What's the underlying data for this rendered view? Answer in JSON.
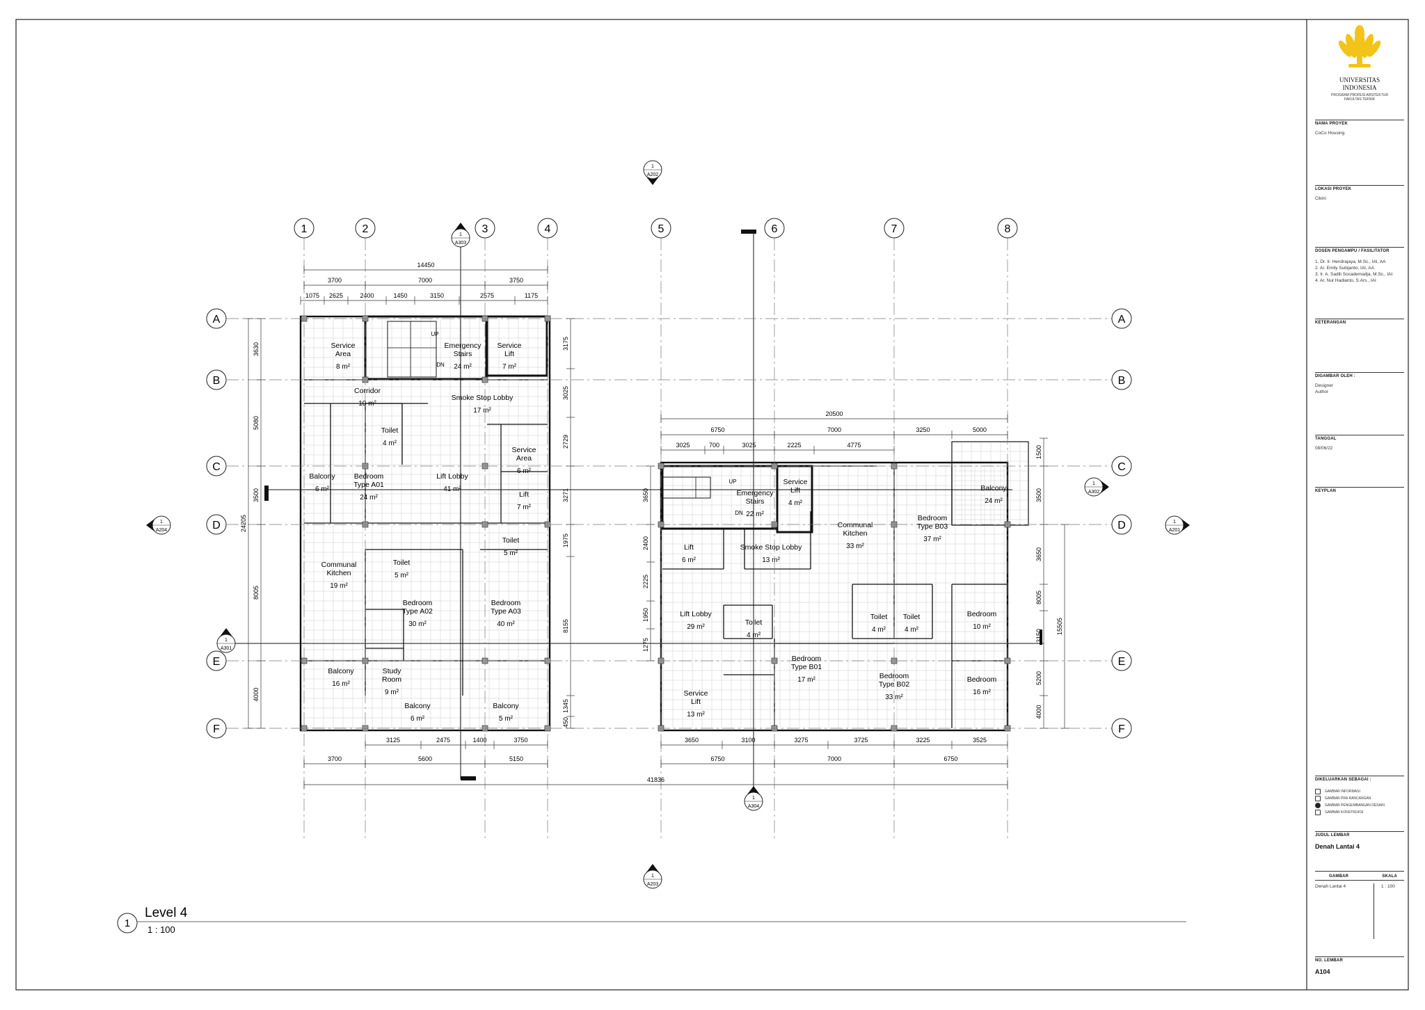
{
  "sheet": {
    "view_number": "1",
    "view_title": "Level 4",
    "view_scale": "1 : 100"
  },
  "title_block": {
    "university": "UNIVERSITAS\nINDONESIA",
    "program": "PROGRAM PROFESI ARSITEKTUR\nFAKULTAS TEKNIK",
    "project_label": "NAMA PROYEK",
    "project_value": "CoCo Housing",
    "location_label": "LOKASI PROYEK",
    "location_value": "Cikini",
    "lecturer_label": "DOSEN PENGAMPU / FASILITATOR",
    "lecturers": [
      "1.  Dr. Ir. Hendrajaya, M.Sc., IAI, AA",
      "2.  Ar. Emily Subijanto, IAI, AA",
      "3.  Ir. A. Sadili Socademadja, M.Sc., IAI",
      "4.  Ar. Nur Hadianto, S.Ars., IAI"
    ],
    "notes_label": "KETERANGAN",
    "drawn_label": "DIGAMBAR OLEH :",
    "drawn_values": [
      "Designer",
      "Author"
    ],
    "date_label": "TANGGAL",
    "date_value": "08/06/22",
    "keyplan_label": "KEYPLAN",
    "issued_label": "DIKELUARKAN SEBAGAI :",
    "issued_options": [
      "GAMBAR INFORMASI",
      "GAMBAR PRA RANCANGAN",
      "GAMBAR PENGEMBANGAN DESAIN",
      "GAMBAR KONSTRUKSI"
    ],
    "issued_selected": 2,
    "sheet_title_label": "JUDUL LEMBAR",
    "sheet_title_value": "Denah Lantai 4",
    "drawing_col_label": "GAMBAR",
    "scale_col_label": "SKALA",
    "drawing_value": "Denah Lantai 4",
    "scale_value": "1 : 100",
    "sheet_no_label": "NO. LEMBAR",
    "sheet_no_value": "A104"
  },
  "plan": {
    "grid_columns": [
      "1",
      "2",
      "3",
      "4",
      "5",
      "6",
      "7",
      "8"
    ],
    "grid_rows": [
      "A",
      "B",
      "C",
      "D",
      "E",
      "F"
    ],
    "section_marks": {
      "top": {
        "num": "1",
        "ref": "A202"
      },
      "bottom": {
        "num": "1",
        "ref": "A203"
      },
      "left": {
        "num": "1",
        "ref": "A204"
      },
      "right": {
        "num": "1",
        "ref": "A201"
      },
      "s1": {
        "num": "1",
        "ref": "A303"
      },
      "s2": {
        "num": "1",
        "ref": "A302"
      },
      "s3": {
        "num": "1",
        "ref": "A301"
      },
      "s4": {
        "num": "1",
        "ref": "A304"
      }
    },
    "left_block": {
      "dims_top_total": "14450",
      "dims_top_mid": [
        "3700",
        "7000",
        "3750"
      ],
      "dims_top_detail": [
        "1075",
        "2625",
        "2400",
        "1450",
        "3150",
        "2575",
        "1175"
      ],
      "dims_bottom_detail": [
        "3125",
        "2475",
        "1400",
        "3750"
      ],
      "dims_bottom_mid": [
        "3700",
        "5600",
        "5150"
      ],
      "dims_left_detail": [
        "3630",
        "5080",
        "3500",
        "8005",
        "4000"
      ],
      "dims_left_total": "24205",
      "dims_right_detail": [
        "3175",
        "3025",
        "2729",
        "3271",
        "1975",
        "8155",
        "1345",
        "450"
      ]
    },
    "right_block": {
      "dims_top_total": "20500",
      "dims_top_mid": [
        "6750",
        "7000",
        "3250",
        "5000"
      ],
      "dims_top_detail": [
        "3025",
        "700",
        "3025",
        "2225",
        "4775"
      ],
      "dims_bottom_detail": [
        "3650",
        "3100",
        "3275",
        "3725",
        "3225",
        "3525"
      ],
      "dims_bottom_mid": [
        "6750",
        "7000",
        "6750"
      ],
      "dims_left_detail": [
        "3650",
        "2400",
        "2225",
        "1950",
        "1275"
      ],
      "dims_right_detail": [
        "1500",
        "3500",
        "3650",
        "8005",
        "3150",
        "5200",
        "4000"
      ],
      "dims_right_total": "15505"
    },
    "overall_dim": "41836",
    "rooms": [
      {
        "name": "Service\nArea",
        "area": "8 m²"
      },
      {
        "name": "Emergency\nStairs",
        "area": "24 m²"
      },
      {
        "name": "Service\nLift",
        "area": "7 m²"
      },
      {
        "name": "Corridor",
        "area": "10 m²"
      },
      {
        "name": "Smoke Stop Lobby",
        "area": "17 m²"
      },
      {
        "name": "Toilet",
        "area": "4 m²"
      },
      {
        "name": "Service\nArea",
        "area": "6 m²"
      },
      {
        "name": "Balcony",
        "area": "6 m²"
      },
      {
        "name": "Bedroom\nType A01",
        "area": "24 m²"
      },
      {
        "name": "Lift Lobby",
        "area": "41 m²"
      },
      {
        "name": "Lift",
        "area": "7 m²"
      },
      {
        "name": "Toilet",
        "area": "5 m²"
      },
      {
        "name": "Communal\nKitchen",
        "area": "19 m²"
      },
      {
        "name": "Toilet",
        "area": "5 m²"
      },
      {
        "name": "Bedroom\nType A02",
        "area": "30 m²"
      },
      {
        "name": "Bedroom\nType A03",
        "area": "40 m²"
      },
      {
        "name": "Balcony",
        "area": "16 m²"
      },
      {
        "name": "Study\nRoom",
        "area": "9 m²"
      },
      {
        "name": "Balcony",
        "area": "6 m²"
      },
      {
        "name": "Balcony",
        "area": "5 m²"
      },
      {
        "name": "Emergency\nStairs",
        "area": "22 m²"
      },
      {
        "name": "Service\nLift",
        "area": "4 m²"
      },
      {
        "name": "Communal\nKitchen",
        "area": "33 m²"
      },
      {
        "name": "Bedroom\nType B03",
        "area": "37 m²"
      },
      {
        "name": "Balcony",
        "area": "24 m²"
      },
      {
        "name": "Lift",
        "area": "6 m²"
      },
      {
        "name": "Smoke Stop Lobby",
        "area": "13 m²"
      },
      {
        "name": "Lift Lobby",
        "area": "29 m²"
      },
      {
        "name": "Toilet",
        "area": "4 m²"
      },
      {
        "name": "Toilet",
        "area": "4 m²"
      },
      {
        "name": "Toilet",
        "area": "4 m²"
      },
      {
        "name": "Bedroom",
        "area": "10 m²"
      },
      {
        "name": "Bedroom\nType B01",
        "area": "17 m²"
      },
      {
        "name": "Bedroom\nType B02",
        "area": "33 m²"
      },
      {
        "name": "Bedroom",
        "area": "16 m²"
      },
      {
        "name": "Service\nLift",
        "area": "13 m²"
      }
    ],
    "stair_labels": [
      "UP",
      "DN",
      "UP",
      "DN"
    ]
  }
}
